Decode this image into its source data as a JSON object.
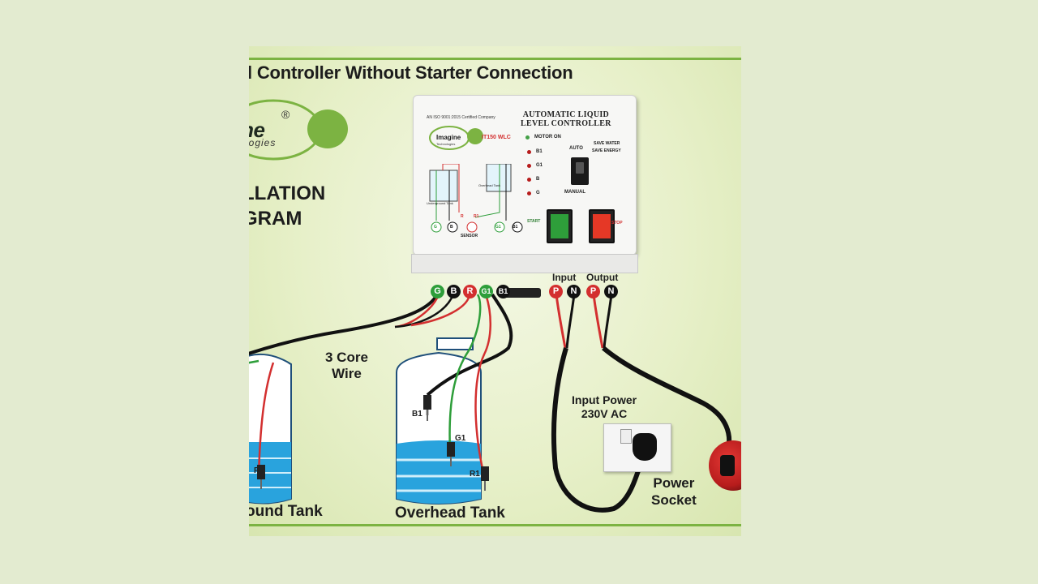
{
  "header": {
    "title": "el Controller Without Starter Connection"
  },
  "brand": {
    "logo_text": "gine",
    "logo_sub": "logies",
    "reg": "®"
  },
  "section": {
    "line1": "LLATION",
    "line2": "GRAM"
  },
  "controller": {
    "iso_text": "AN ISO 9001:2015 Certified Company",
    "title_line1": "AUTOMATIC LIQUID",
    "title_line2": "LEVEL CONTROLLER",
    "brand": "Imagine",
    "brand_sub": "Technologies",
    "model": "IT150 WLC",
    "indicators": [
      "MOTOR ON",
      "B1",
      "G1",
      "B",
      "G"
    ],
    "auto_label": "AUTO",
    "manual_label": "MANUAL",
    "slogan_1": "SAVE WATER",
    "slogan_2": "SAVE ENERGY",
    "start_label": "START",
    "stop_label": "STOP",
    "sensor_label": "SENSOR",
    "ug_tank": "Underground Tank",
    "oh_tank": "Overhead Tank",
    "sensor_terms": [
      "G",
      "B",
      "R",
      "R1",
      "G1",
      "B1"
    ]
  },
  "terminals": {
    "sensor": [
      "G",
      "B",
      "R",
      "G1",
      "B1"
    ],
    "power": [
      "P",
      "N",
      "P",
      "N"
    ],
    "input_label": "Input",
    "output_label": "Output"
  },
  "labels": {
    "wire_1": "3 Core",
    "wire_2": "Wire",
    "input_power_1": "Input Power",
    "input_power_2": "230V AC",
    "socket_1": "Power",
    "socket_2": "Socket",
    "ug_tank": "ound Tank",
    "oh_tank": "Overhead Tank"
  },
  "probes": {
    "r_left": "R",
    "b1": "B1",
    "g1": "G1",
    "r1": "R1"
  },
  "colors": {
    "accent_green": "#7cb342",
    "water": "#29a3dd",
    "wire_red": "#d32f2f",
    "wire_green": "#2e9e3a"
  }
}
